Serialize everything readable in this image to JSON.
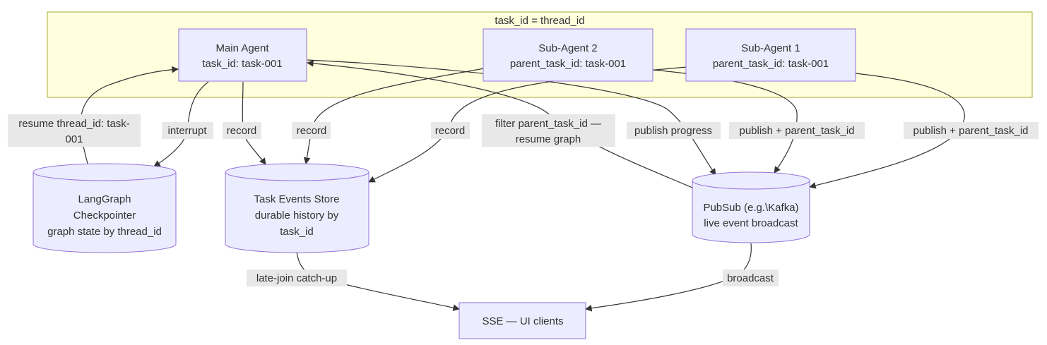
{
  "cluster": {
    "title": "task_id = thread_id"
  },
  "nodes": {
    "main_agent": {
      "line1": "Main Agent",
      "line2": "task_id: task-001"
    },
    "sub_agent_2": {
      "line1": "Sub-Agent 2",
      "line2": "parent_task_id: task-001"
    },
    "sub_agent_1": {
      "line1": "Sub-Agent 1",
      "line2": "parent_task_id: task-001"
    },
    "checkpointer": {
      "line1": "LangGraph",
      "line2": "Checkpointer",
      "line3": "graph state by thread_id"
    },
    "event_store": {
      "line1": "Task Events Store",
      "line2": "durable history by",
      "line3": "task_id"
    },
    "pubsub": {
      "line1": "PubSub (e.g.\\Kafka)",
      "line2": "live event broadcast"
    },
    "sse": {
      "line1": "SSE — UI clients"
    }
  },
  "edges": {
    "resume": {
      "line1": "resume thread_id: task-",
      "line2": "001"
    },
    "interrupt": {
      "label": "interrupt"
    },
    "record_main": {
      "label": "record"
    },
    "record_sub2": {
      "label": "record"
    },
    "record_sub1": {
      "label": "record"
    },
    "filter": {
      "line1": "filter parent_task_id —",
      "line2": "resume graph"
    },
    "publish_progress": {
      "label": "publish progress"
    },
    "publish_sub2": {
      "label": "publish + parent_task_id"
    },
    "publish_sub1": {
      "label": "publish + parent_task_id"
    },
    "late_join": {
      "label": "late-join catch-up"
    },
    "broadcast": {
      "label": "broadcast"
    }
  },
  "colors": {
    "node_fill": "#ececff",
    "node_stroke": "#9370db",
    "cluster_fill": "#ffffde",
    "cluster_stroke": "#aaaa33",
    "label_bg": "#e8e8e8",
    "edge": "#333333"
  }
}
